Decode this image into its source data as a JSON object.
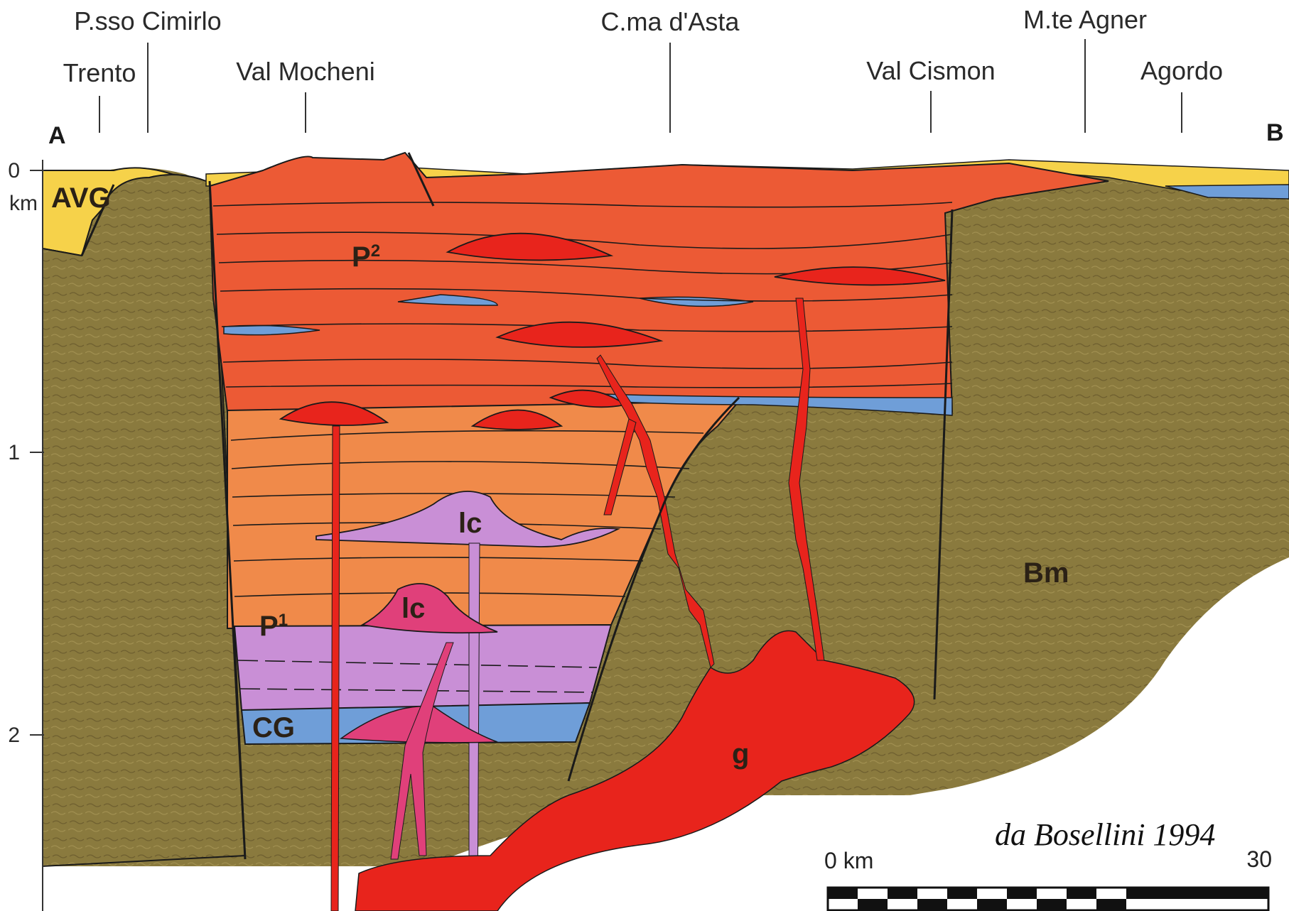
{
  "section": {
    "end_left": "A",
    "end_right": "B",
    "localities": [
      {
        "id": "trento",
        "name": "Trento"
      },
      {
        "id": "passo-cimirlo",
        "name": "P.sso Cimirlo"
      },
      {
        "id": "val-mocheni",
        "name": "Val Mocheni"
      },
      {
        "id": "cima-asta",
        "name": "C.ma d'Asta"
      },
      {
        "id": "val-cismon",
        "name": "Val Cismon"
      },
      {
        "id": "monte-agner",
        "name": "M.te Agner"
      },
      {
        "id": "agordo",
        "name": "Agordo"
      }
    ]
  },
  "depth_axis": {
    "unit": "km",
    "ticks": [
      "0",
      "1",
      "2"
    ]
  },
  "units": {
    "avg": "AVG",
    "p2": {
      "base": "P",
      "sup": "2"
    },
    "p1": {
      "base": "P",
      "sup": "1"
    },
    "cg": "CG",
    "lc_upper": "lc",
    "lc_lower": "lc",
    "g": "g",
    "bm": "Bm"
  },
  "scale_bar": {
    "start": "0 km",
    "end": "30"
  },
  "credit": "da Bosellini 1994",
  "colors": {
    "basement": "#8a7a3e",
    "sediment_cover": "#f6d24a",
    "volcanic_p2": "#ec5a35",
    "volcanic_p1": "#f08a4a",
    "intrusion_red": "#e8241c",
    "lc_violet": "#c98fd6",
    "lc_magenta": "#e0407a",
    "conglomerate_blue": "#6f9ed8",
    "outline": "#1a1a1a"
  }
}
